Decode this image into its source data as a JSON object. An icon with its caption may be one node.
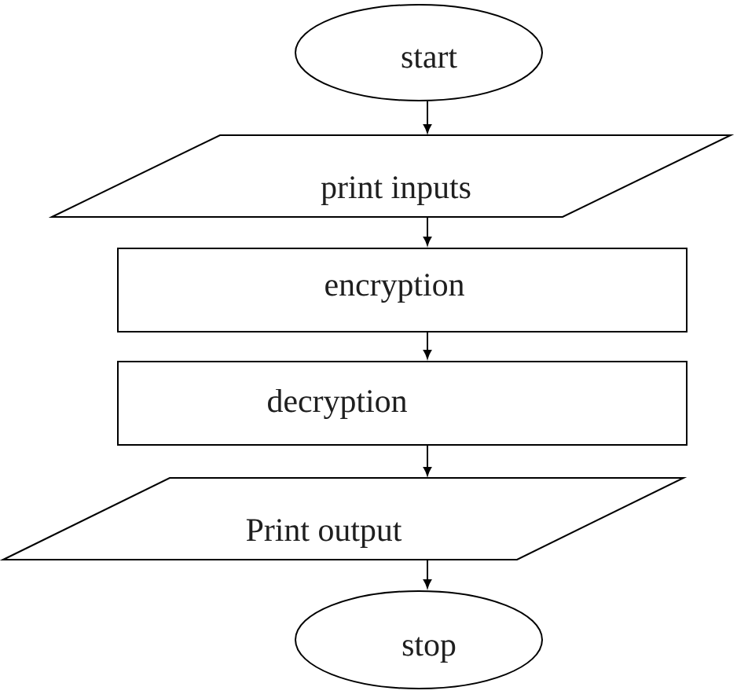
{
  "diagram": {
    "nodes": [
      {
        "text": [
          "start"
        ]
      },
      {
        "text": [
          "print inputs"
        ]
      },
      {
        "text": [
          "encryption"
        ]
      },
      {
        "text": [
          "decryption"
        ]
      },
      {
        "text": [
          "Print output"
        ]
      },
      {
        "text": [
          "stop"
        ]
      }
    ],
    "edges": [
      {
        "from": 0,
        "to": 1,
        "arrow": "to"
      },
      {
        "from": 1,
        "to": 2,
        "arrow": "to"
      },
      {
        "from": 2,
        "to": 3,
        "arrow": "to"
      },
      {
        "from": 3,
        "to": 4,
        "arrow": "to"
      },
      {
        "from": 4,
        "to": 5,
        "arrow": "to"
      }
    ]
  }
}
